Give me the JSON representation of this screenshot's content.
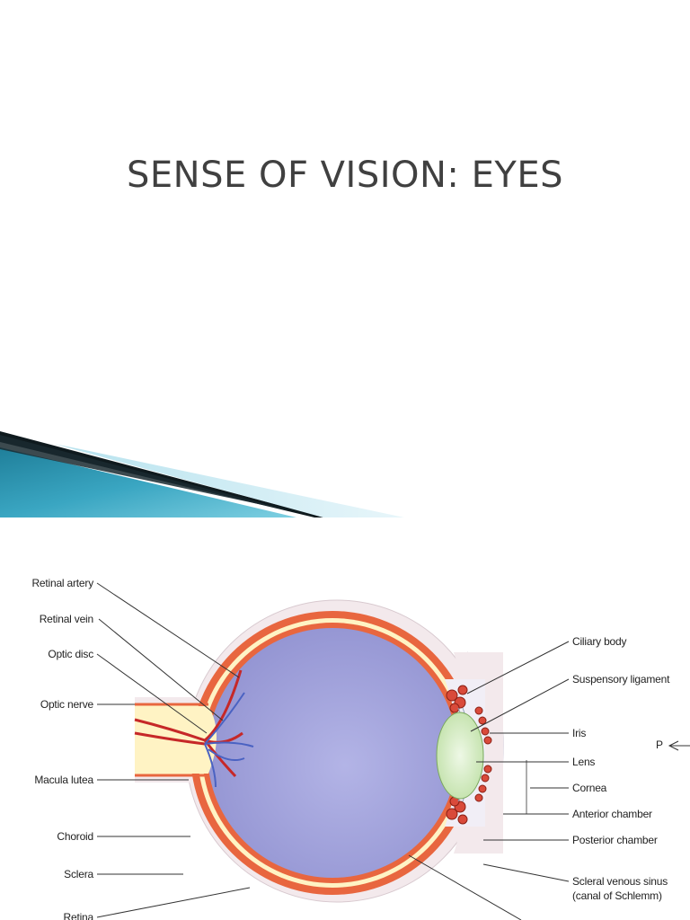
{
  "slide": {
    "title": "SENSE OF VISION: EYES"
  },
  "diagram": {
    "left_labels": {
      "retinal_artery": "Retinal artery",
      "retinal_vein": "Retinal vein",
      "optic_disc": "Optic disc",
      "optic_nerve": "Optic nerve",
      "macula_lutea": "Macula lutea",
      "choroid": "Choroid",
      "sclera": "Sclera",
      "retina": "Retina"
    },
    "right_labels": {
      "ciliary_body": "Ciliary body",
      "suspensory_ligament": "Suspensory ligament",
      "iris": "Iris",
      "lens": "Lens",
      "cornea": "Cornea",
      "anterior_chamber": "Anterior chamber",
      "posterior_chamber": "Posterior chamber",
      "scleral_venous_sinus": "Scleral venous sinus",
      "canal_of_schlemm": "(canal of Schlemm)"
    },
    "marker": "P",
    "colors": {
      "sclera_outer": "#f3e9ec",
      "choroid": "#e8663f",
      "retina_band": "#fff3c4",
      "vitreous": "#a6a7dc",
      "lens": "#d6ecc2",
      "artery": "#c62828",
      "vein": "#4a62c2"
    }
  }
}
